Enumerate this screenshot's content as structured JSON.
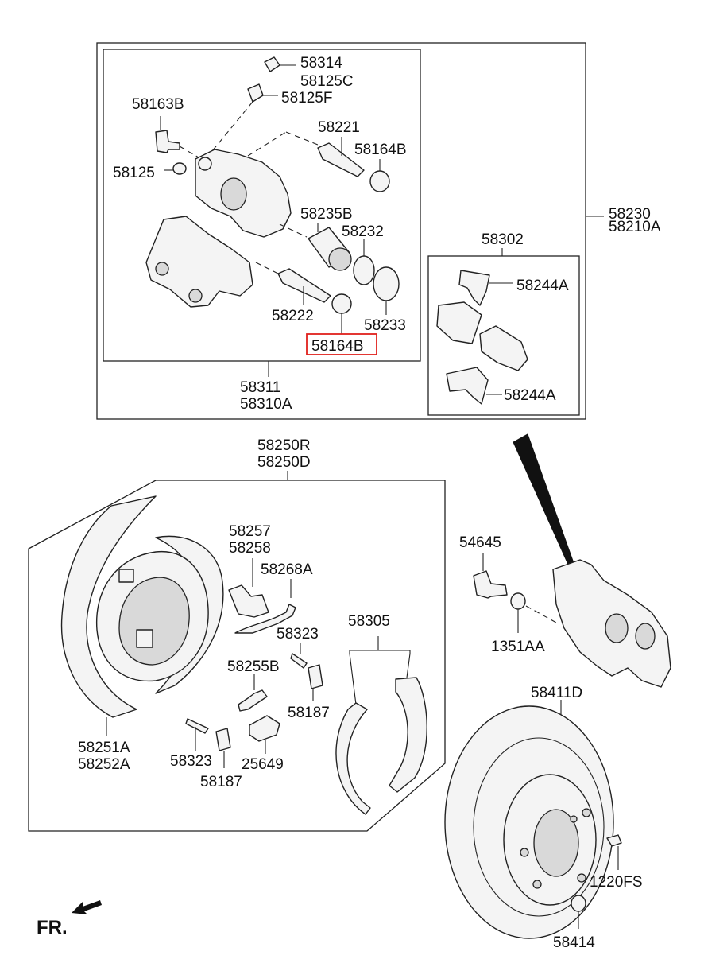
{
  "labels": {
    "l_58314": "58314",
    "l_58125C": "58125C",
    "l_58125F": "58125F",
    "l_58163B": "58163B",
    "l_58221": "58221",
    "l_58164B_top": "58164B",
    "l_58125": "58125",
    "l_58230": "58230",
    "l_58210A": "58210A",
    "l_58235B": "58235B",
    "l_58232": "58232",
    "l_58302": "58302",
    "l_58244A_top": "58244A",
    "l_58222": "58222",
    "l_58233": "58233",
    "l_58164B_hl": "58164B",
    "l_58244A_bot": "58244A",
    "l_58311": "58311",
    "l_58310A": "58310A",
    "l_58250R": "58250R",
    "l_58250D": "58250D",
    "l_58257": "58257",
    "l_58258": "58258",
    "l_58268A": "58268A",
    "l_54645": "54645",
    "l_58305": "58305",
    "l_58323_a": "58323",
    "l_1351AA": "1351AA",
    "l_58255B": "58255B",
    "l_58187_a": "58187",
    "l_58411D": "58411D",
    "l_58251A": "58251A",
    "l_58252A": "58252A",
    "l_58323_b": "58323",
    "l_25649": "25649",
    "l_58187_b": "58187",
    "l_1220FS": "1220FS",
    "l_FR": "FR.",
    "l_58414": "58414"
  },
  "colors": {
    "highlight": "#e0201c",
    "line": "#222222",
    "background": "#ffffff"
  },
  "icons": {
    "front_direction": "arrow-left-icon"
  }
}
